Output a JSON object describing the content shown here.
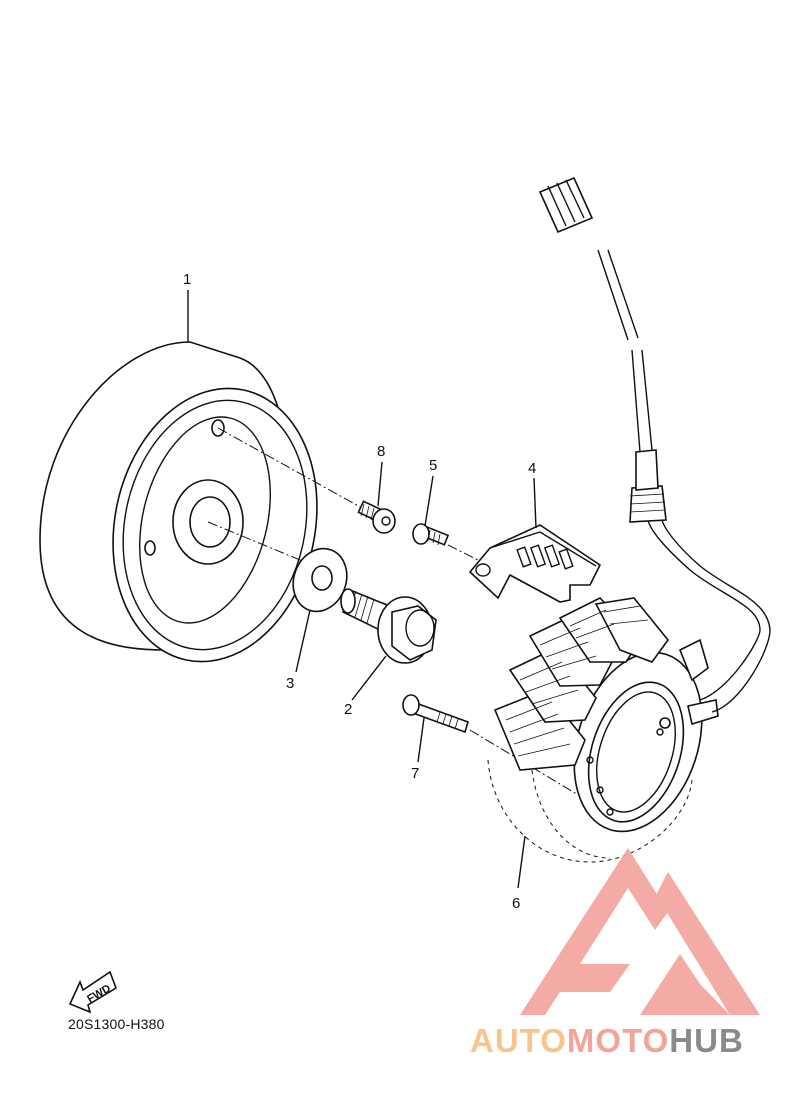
{
  "diagram": {
    "callouts": [
      {
        "id": "1",
        "label": "1"
      },
      {
        "id": "2",
        "label": "2"
      },
      {
        "id": "3",
        "label": "3"
      },
      {
        "id": "4",
        "label": "4"
      },
      {
        "id": "5",
        "label": "5"
      },
      {
        "id": "6",
        "label": "6"
      },
      {
        "id": "7",
        "label": "7"
      },
      {
        "id": "8",
        "label": "8"
      }
    ],
    "fwd_label": "FWD",
    "drawing_code": "20S1300-H380"
  },
  "watermark": {
    "part1": "AUTO",
    "part2": "MOTO",
    "part3": "HUB",
    "colors": {
      "auto": "#f6c48c",
      "moto": "#f2a39a",
      "hub": "#8a8a8a",
      "logo": "#f3a29c"
    }
  }
}
